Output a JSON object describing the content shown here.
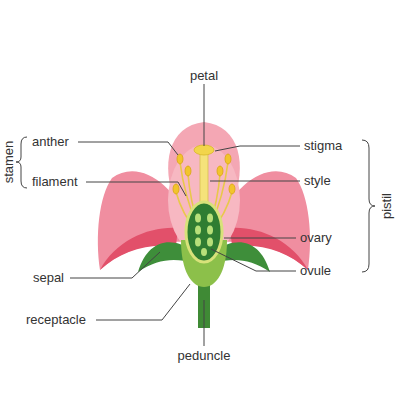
{
  "diagram": {
    "labels": [
      "petal",
      "anther",
      "stigma",
      "stamen",
      "filament",
      "style",
      "pistil",
      "ovary",
      "ovule",
      "sepal",
      "receptacle",
      "peduncle"
    ]
  }
}
